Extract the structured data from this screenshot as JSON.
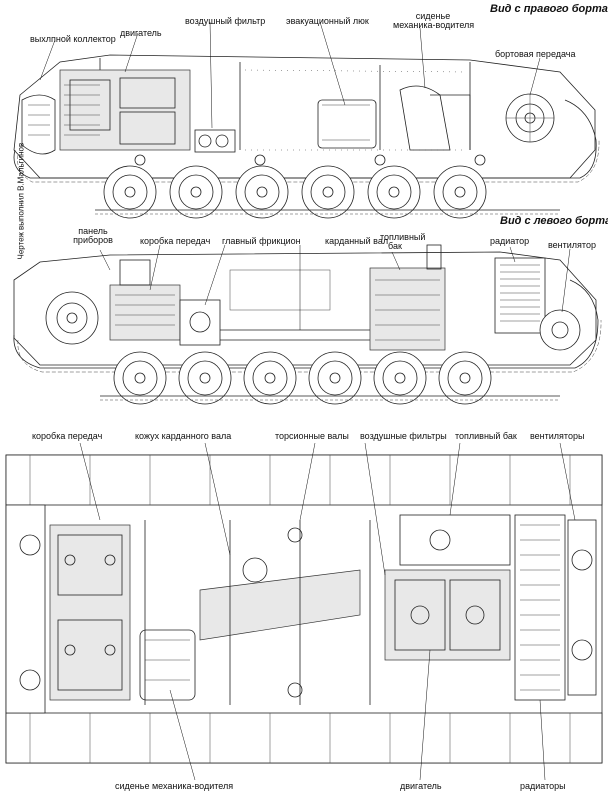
{
  "credit": "Чертеж выполнил В.Мальгинов",
  "views": {
    "right": {
      "title": "Вид с правого борта",
      "labels": {
        "exhaust": "выхлпной коллектор",
        "engine": "двигатель",
        "air_filter": "воздушный фильтр",
        "hatch": "эвакуационный люк",
        "seat_1": "сиденье",
        "seat_2": "механика-водителя",
        "final_drive": "бортовая передача"
      }
    },
    "left": {
      "title": "Вид с левого борта",
      "labels": {
        "panel_1": "панель",
        "panel_2": "приборов",
        "gearbox": "коробка передач",
        "clutch": "главный фрикцион",
        "shaft": "карданный вал",
        "fuel_1": "топливный",
        "fuel_2": "бак",
        "radiator": "радиатор",
        "fan": "вентилятор"
      }
    },
    "top": {
      "labels": {
        "gearbox": "коробка передач",
        "shaft_cover": "кожух карданного вала",
        "torsion": "торсионные валы",
        "air_filters": "воздушные фильтры",
        "fuel_tank": "топливный бак",
        "fans": "вентиляторы",
        "driver_seat": "сиденье механика-водителя",
        "engine": "двигатель",
        "radiators": "радиаторы"
      }
    }
  }
}
